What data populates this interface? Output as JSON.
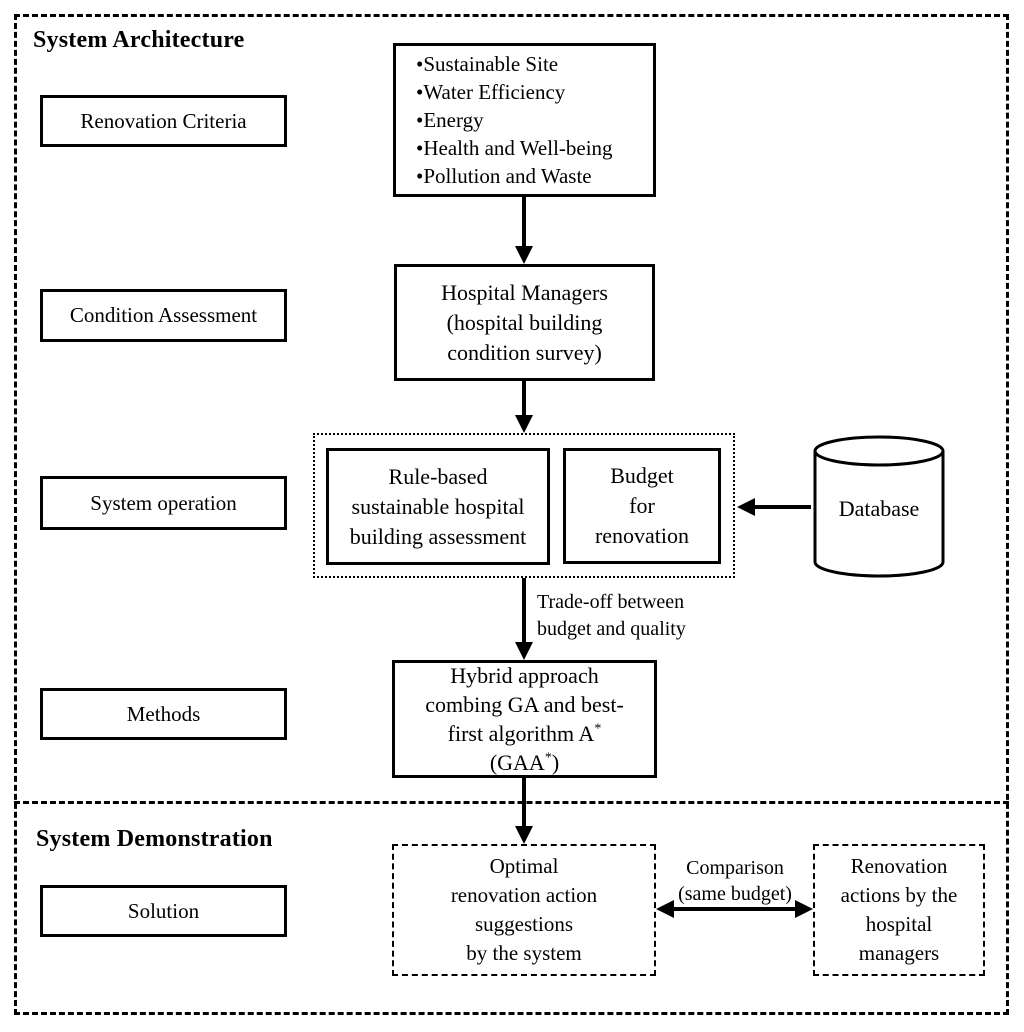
{
  "document": {
    "background": "#ffffff",
    "ink": "#000000"
  },
  "sections": {
    "architecture": {
      "title": "System Architecture"
    },
    "demonstration": {
      "title": "System Demonstration"
    }
  },
  "left_labels": {
    "renovation_criteria": "Renovation Criteria",
    "condition_assessment": "Condition Assessment",
    "system_operation": "System operation",
    "methods": "Methods",
    "solution": "Solution"
  },
  "criteria_box": {
    "bullet": "•",
    "items": [
      "Sustainable Site",
      "Water Efficiency",
      "Energy",
      "Health and Well-being",
      "Pollution and Waste"
    ]
  },
  "hospital_managers_box": {
    "lines": [
      "Hospital Managers",
      "(hospital building",
      "condition survey)"
    ]
  },
  "system_operation_group": {
    "rule_based_box": {
      "lines": [
        "Rule-based",
        "sustainable hospital",
        "building assessment"
      ]
    },
    "budget_box": {
      "lines": [
        "Budget",
        "for",
        "renovation"
      ]
    }
  },
  "database": {
    "label": "Database"
  },
  "tradeoff_label": {
    "lines": [
      "Trade-off between",
      "budget and quality"
    ]
  },
  "methods_box": {
    "line1": "Hybrid approach",
    "line2": "combing GA and best-",
    "line3_text": "first algorithm A",
    "line3_sup": "*",
    "line4_pre": "(GAA",
    "line4_sup": "*",
    "line4_post": ")"
  },
  "solution_boxes": {
    "optimal": {
      "lines": [
        "Optimal",
        "renovation action",
        "suggestions",
        "by the system"
      ]
    },
    "comparison_label": {
      "lines": [
        "Comparison",
        "(same budget)"
      ]
    },
    "managers": {
      "lines": [
        "Renovation",
        "actions by the",
        "hospital",
        "managers"
      ]
    }
  }
}
